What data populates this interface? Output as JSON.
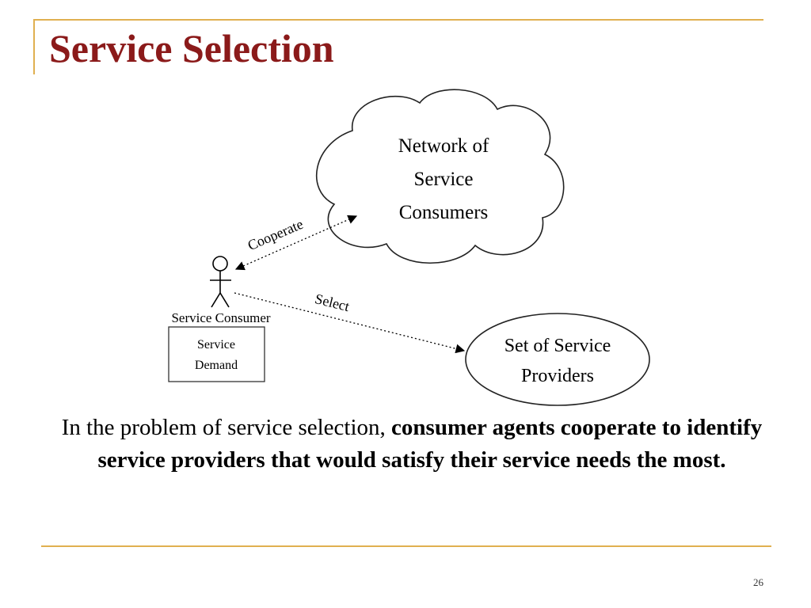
{
  "slide": {
    "title": "Service Selection",
    "page_number": "26"
  },
  "diagram": {
    "cloud_label_lines": [
      "Network of",
      "Service",
      "Consumers"
    ],
    "actor_label": "Service Consumer",
    "demand_box_lines": [
      "Service",
      "Demand"
    ],
    "providers_label_lines": [
      "Set of Service",
      "Providers"
    ],
    "cooperate_label": "Cooperate",
    "select_label": "Select"
  },
  "caption": {
    "plain": "In the problem of service selection, ",
    "bold": "consumer agents cooperate to identify service providers that would satisfy their service needs the most."
  },
  "colors": {
    "title": "#8b1a1a",
    "accent_rule": "#e0b050"
  }
}
